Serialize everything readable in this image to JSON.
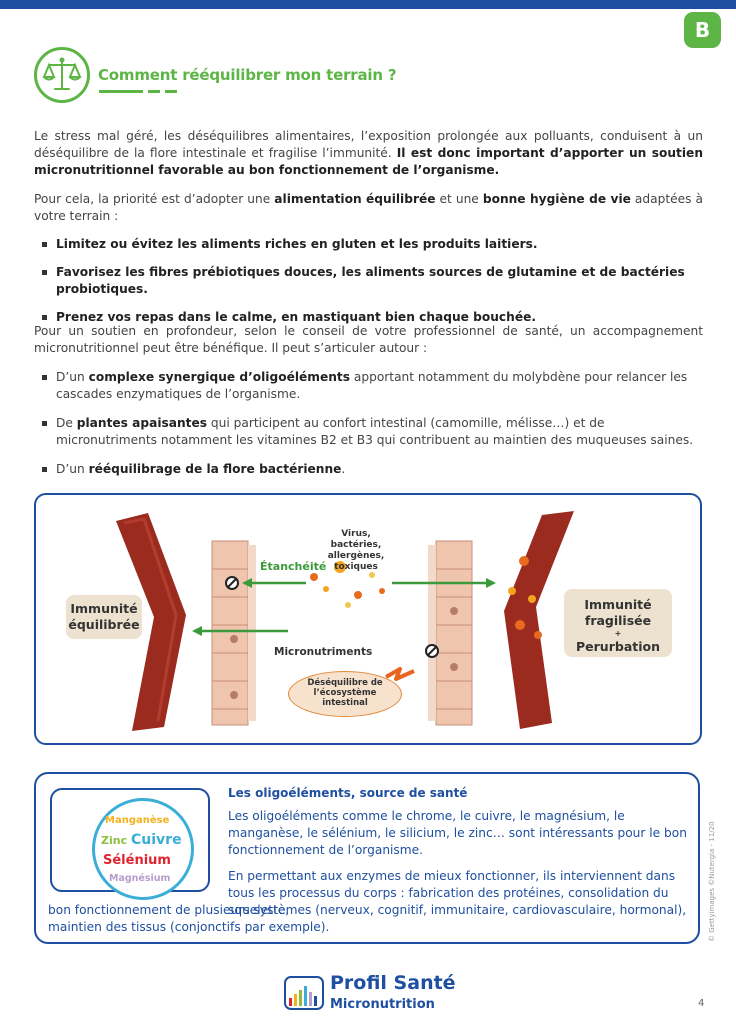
{
  "header": {
    "section_letter": "B",
    "title": "Comment rééquilibrer mon terrain ?",
    "icon": "balance-scale-icon"
  },
  "intro": {
    "part1": "Le stress mal géré, les déséquilibres alimentaires, l’exposition prolongée aux polluants, conduisent à un déséquilibre de la flore intestinale et fragilise l’immunité. ",
    "bold": "Il est donc important d’apporter un soutien micronutritionnel favorable au bon fonctionnement de l’organisme."
  },
  "priority": {
    "t1": "Pour cela, la priorité est d’adopter une ",
    "b1": "alimentation équilibrée",
    "t2": " et une ",
    "b2": "bonne hygiène de vie",
    "t3": " adaptées à votre terrain :"
  },
  "tips": [
    "Limitez ou évitez les aliments riches en gluten et les produits laitiers.",
    "Favorisez les fibres prébiotiques douces, les aliments sources de glutamine et de bactéries probiotiques.",
    "Prenez vos repas dans le calme, en mastiquant bien chaque bouchée."
  ],
  "support": {
    "intro": "Pour un soutien en profondeur, selon le conseil de votre professionnel de santé, un accompagnement micronutritionnel peut être bénéfique. Il peut s’articuler autour :",
    "items": [
      {
        "t1": "D’un ",
        "b": "complexe synergique d’oligoéléments",
        "t2": " apportant notamment du molybdène pour relancer les cascades enzymatiques de l’organisme."
      },
      {
        "t1": "De ",
        "b": "plantes apaisantes",
        "t2": " qui participent au confort intestinal (camomille, mélisse…) et de micronutriments notamment les vitamines B2 et B3 qui contribuent au maintien des muqueuses saines."
      },
      {
        "t1": "D’un ",
        "b": "rééquilibrage de la flore bactérienne",
        "t2": "."
      }
    ]
  },
  "diagram": {
    "left_box_line1": "Immunité",
    "left_box_line2": "équilibrée",
    "right_box_line1": "Immunité fragilisée",
    "right_box_plus": "+",
    "right_box_line2": "Perurbation",
    "label_etancheite": "Étanchéité",
    "label_threats_line1": "Virus, bactéries,",
    "label_threats_line2": "allergènes, toxiques",
    "label_micronutriments": "Micronutriments",
    "bubble_line1": "Déséquilibre de",
    "bubble_line2": "l’écosystème",
    "bubble_line3": "intestinal",
    "colors": {
      "vessel": "#9c2b1f",
      "cells": "#e8b39a",
      "arrow": "#3b9a3b",
      "box": "#ece2cf"
    }
  },
  "info": {
    "title": "Les oligoéléments, source de santé",
    "p1": "Les oligoéléments comme le chrome, le cuivre, le magnésium, le manganèse, le sélénium, le silicium, le zinc… sont intéressants pour le bon fonctionnement de l’organisme.",
    "p2a": "En permettant aux enzymes de mieux fonctionner, ils interviennent dans tous les processus du corps : fabrication des protéines, consolidation du squelette,",
    "p2b": "bon fonctionnement de plusieurs systèmes (nerveux, cognitif, immunitaire, cardiovasculaire, hormonal), maintien des tissus (conjonctifs par exemple).",
    "minerals": {
      "manganese": "Manganèse",
      "zinc": "Zinc",
      "cuivre": "Cuivre",
      "selenium": "Sélénium",
      "magnesium": "Magnésium"
    }
  },
  "credit": "© Gettyimages ©Nutergia - 11/20",
  "footer": {
    "brand_line1": "Profil Santé",
    "brand_line2": "Micronutrition",
    "page_number": "4"
  }
}
